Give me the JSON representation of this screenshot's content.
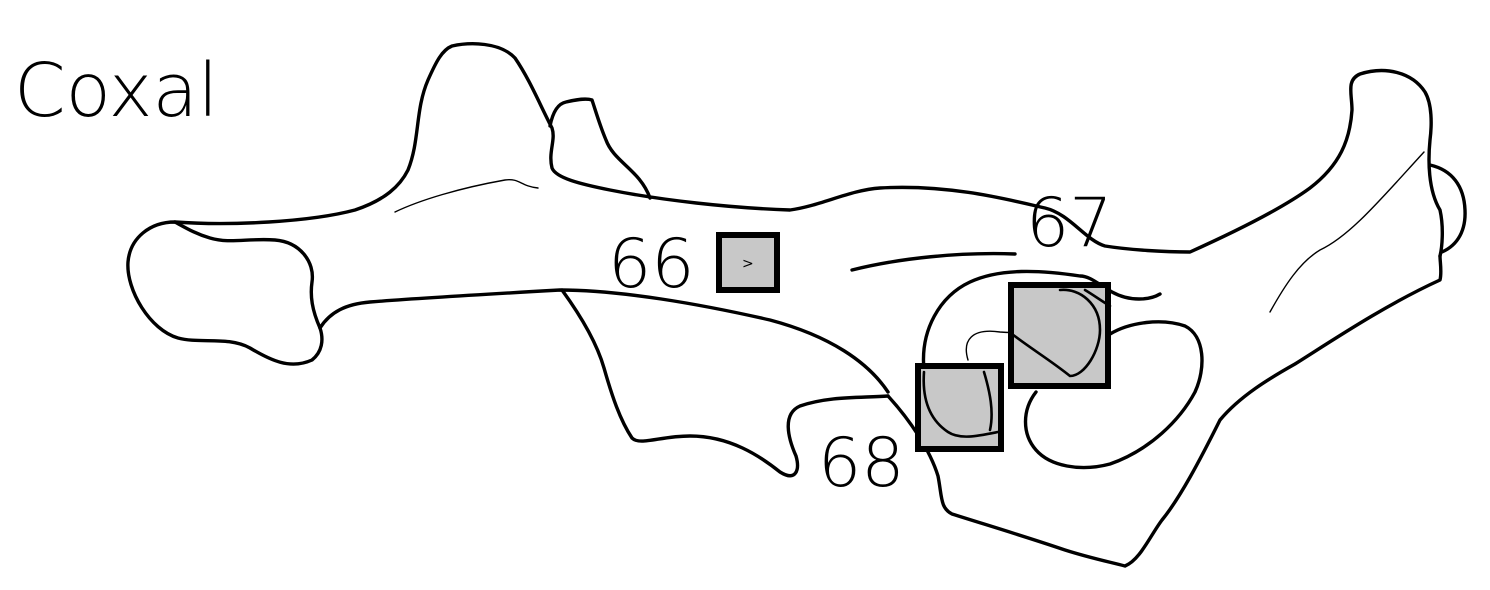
{
  "title": "Coxal",
  "regions": [
    {
      "id": "66",
      "label": "66"
    },
    {
      "id": "67",
      "label": "67"
    },
    {
      "id": "68",
      "label": "68"
    }
  ],
  "region_66_mark": ">",
  "colors": {
    "outline": "#000000",
    "region_fill": "#c8c8c8",
    "background": "#ffffff"
  }
}
